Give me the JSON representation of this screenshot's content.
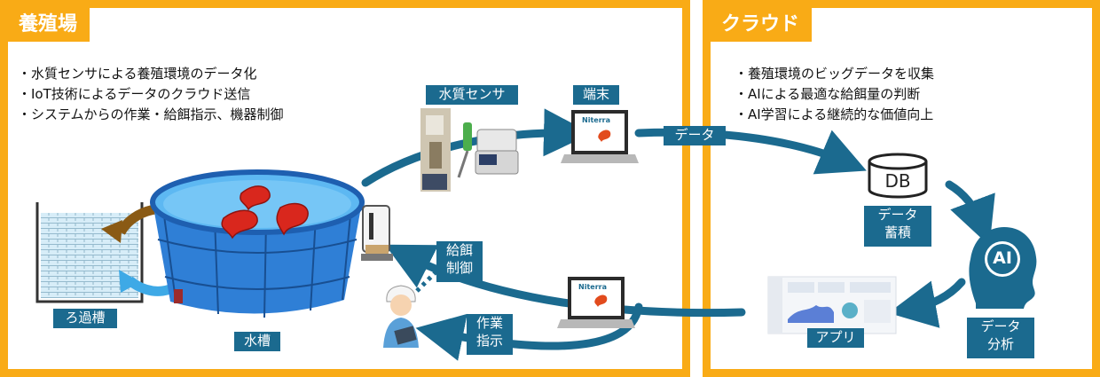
{
  "farm": {
    "title": "養殖場",
    "bullets": [
      "・水質センサによる養殖環境のデータ化",
      "・IoT技術によるデータのクラウド送信",
      "・システムからの作業・給餌指示、機器制御"
    ],
    "labels": {
      "sensor": "水質センサ",
      "terminal": "端末",
      "filter": "ろ過槽",
      "tank": "水槽",
      "feed": [
        "給餌",
        "制御"
      ],
      "work": [
        "作業",
        "指示"
      ]
    },
    "laptop_brand": "Niterra"
  },
  "cloud": {
    "title": "クラウド",
    "bullets": [
      "・養殖環境のビッグデータを収集",
      "・AIによる最適な給餌量の判断",
      "・AI学習による継続的な価値向上"
    ],
    "labels": {
      "data": "データ",
      "db": "DB",
      "store": [
        "データ",
        "蓄積"
      ],
      "ai": "AI",
      "analysis": [
        "データ",
        "分析"
      ],
      "app": "アプリ"
    }
  },
  "colors": {
    "orange": "#f9ab16",
    "teal": "#1b6a8f",
    "water": "#2f7fd6",
    "shrimp": "#d9271d"
  }
}
